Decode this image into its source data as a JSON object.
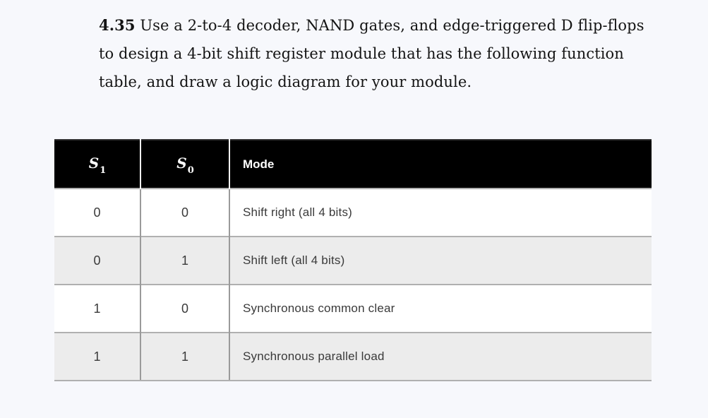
{
  "problem": {
    "number": "4.35",
    "line1": "Use a 2-to-4 decoder, NAND gates, and edge-triggered D flip-flops",
    "line2": "to design a 4-bit shift register module that has the following function",
    "line3": "table, and draw a logic diagram for your module."
  },
  "table": {
    "headers": {
      "s1": {
        "base": "S",
        "sub": "1"
      },
      "s0": {
        "base": "S",
        "sub": "0"
      },
      "mode": "Mode"
    },
    "rows": [
      {
        "s1": "0",
        "s0": "0",
        "mode": "Shift right (all 4 bits)"
      },
      {
        "s1": "0",
        "s0": "1",
        "mode": "Shift left (all 4 bits)"
      },
      {
        "s1": "1",
        "s0": "0",
        "mode": "Synchronous common clear"
      },
      {
        "s1": "1",
        "s0": "1",
        "mode": "Synchronous parallel load"
      }
    ]
  },
  "colors": {
    "page_bg": "#f7f8fc",
    "header_bg": "#000000",
    "header_text": "#ffffff",
    "row_white": "#ffffff",
    "row_alt": "#ececec",
    "border": "#b0b0b0",
    "cell_text": "#3a3a3a",
    "paragraph_text": "#141414"
  }
}
